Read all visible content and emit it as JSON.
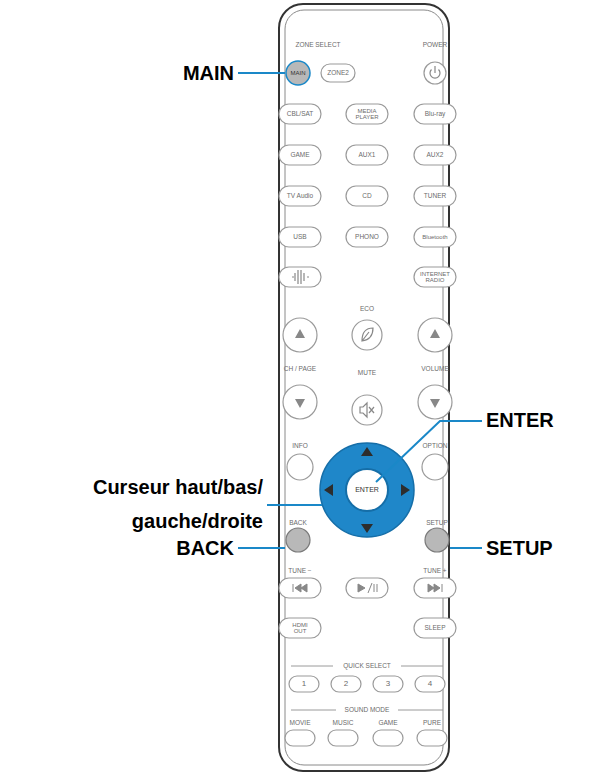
{
  "diagram": {
    "labels": [
      "MAIN",
      "Curseur haut/bas/",
      "gauche/droite",
      "BACK",
      "ENTER",
      "SETUP",
      "ZONE SELECT",
      "POWER",
      "MAIN",
      "ZONE2",
      "CBL/SAT",
      "MEDIA PLAYER",
      "Blu-ray",
      "GAME",
      "AUX1",
      "AUX2",
      "TV Audio",
      "CD",
      "TUNER",
      "USB",
      "PHONO",
      "Bluetooth",
      "INTERNET RADIO",
      "ECO",
      "CH / PAGE",
      "MUTE",
      "VOLUME",
      "INFO",
      "OPTION",
      "ENTER",
      "BACK",
      "SETUP",
      "TUNE −",
      "TUNE +",
      "HDMI OUT",
      "SLEEP",
      "QUICK SELECT",
      "1",
      "2",
      "3",
      "4",
      "SOUND MODE",
      "MOVIE",
      "MUSIC",
      "GAME",
      "PURE"
    ]
  }
}
